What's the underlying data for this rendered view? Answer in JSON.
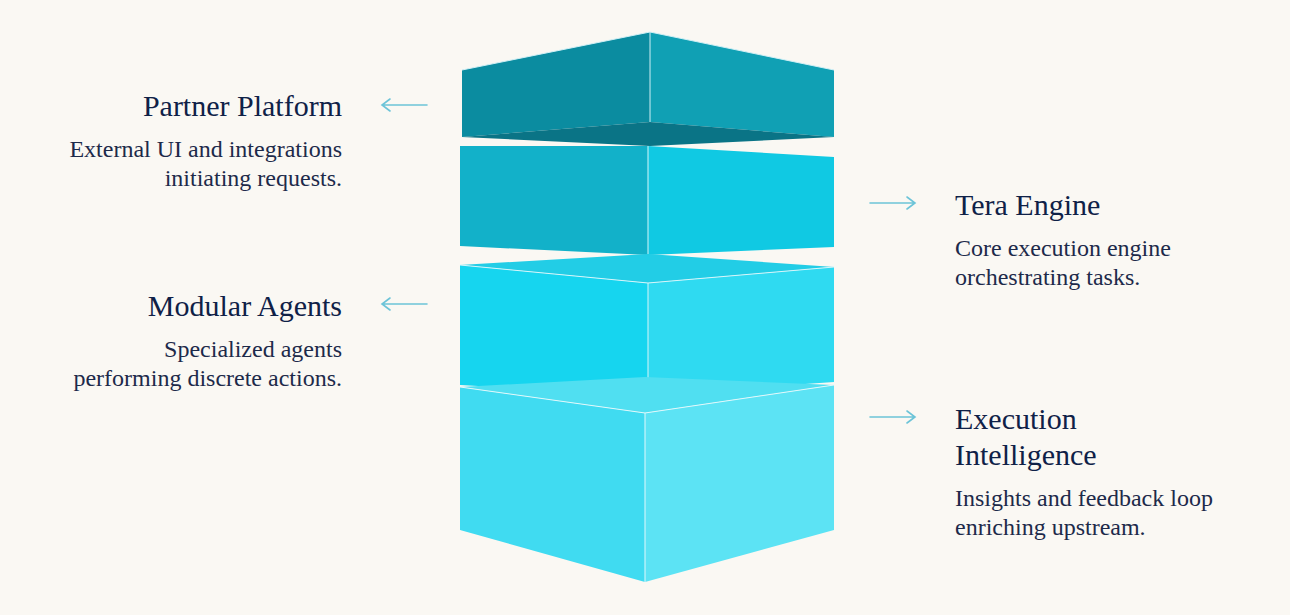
{
  "diagram": {
    "nodes": [
      {
        "text": [
          "Partner Platform",
          "External UI and integrations initiating requests."
        ]
      },
      {
        "text": [
          "Tera Engine",
          "Core execution engine orchestrating tasks."
        ]
      },
      {
        "text": [
          "Modular Agents",
          "Specialized agents performing discrete actions."
        ]
      },
      {
        "text": [
          "Execution Intelligence",
          "Insights and feedback loop enriching upstream."
        ]
      }
    ]
  }
}
